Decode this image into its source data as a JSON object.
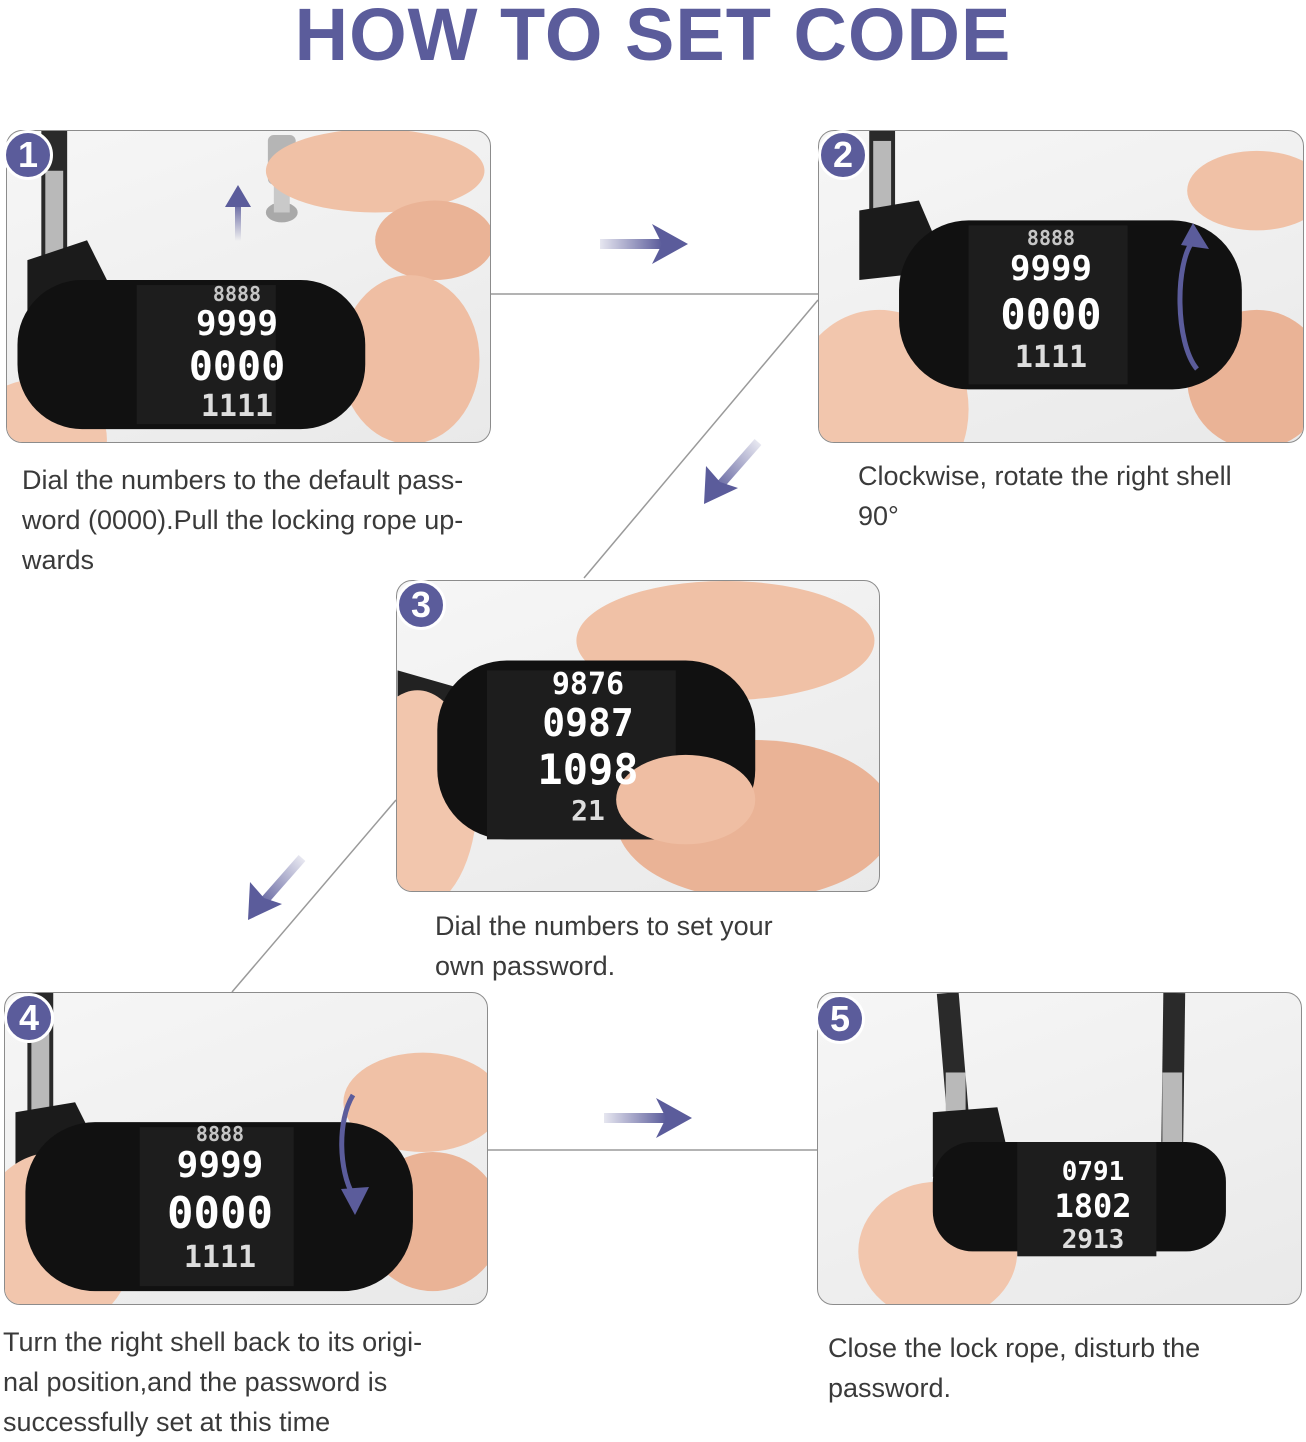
{
  "title": "HOW TO SET CODE",
  "colors": {
    "accent": "#5b5c9b",
    "caption": "#3a3a3a",
    "border": "#8c8c8c"
  },
  "steps": [
    {
      "number": "1",
      "caption_lines": [
        "Dial the numbers to the default pass-",
        "word (0000).Pull the locking rope up-",
        "wards"
      ],
      "dial_rows": [
        "8888",
        "9999",
        "0000",
        "1111"
      ],
      "icon": "arrow-up-icon"
    },
    {
      "number": "2",
      "caption_lines": [
        "Clockwise, rotate the right shell",
        "90°"
      ],
      "dial_rows": [
        "8888",
        "9999",
        "0000",
        "1111"
      ],
      "icon": "rotate-clockwise-icon"
    },
    {
      "number": "3",
      "caption_lines": [
        "Dial the numbers to set your",
        "own password."
      ],
      "dial_rows": [
        "9876",
        "0987",
        "1098",
        "21"
      ]
    },
    {
      "number": "4",
      "caption_lines": [
        "Turn the right shell back to its origi-",
        "nal position,and the password is",
        "successfully set at this time"
      ],
      "dial_rows": [
        "8888",
        "9999",
        "0000",
        "1111"
      ],
      "icon": "rotate-back-icon"
    },
    {
      "number": "5",
      "caption_lines": [
        "Close the lock rope, disturb the",
        "password."
      ],
      "dial_rows": [
        "0791",
        "1802",
        "2913"
      ]
    }
  ]
}
